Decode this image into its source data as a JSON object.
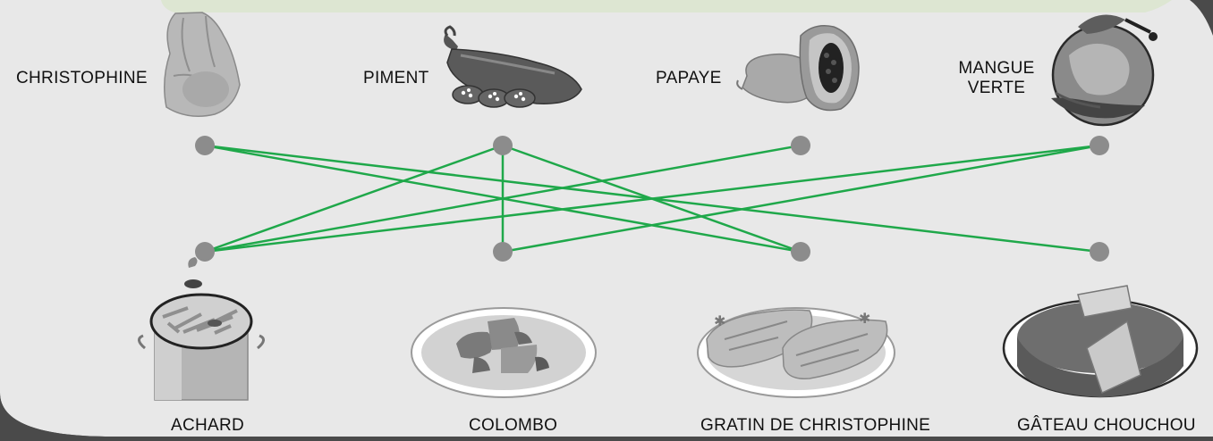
{
  "ingredients": [
    {
      "id": "christophine",
      "label": "CHRISTOPHINE"
    },
    {
      "id": "piment",
      "label": "PIMENT"
    },
    {
      "id": "papaye",
      "label": "PAPAYE"
    },
    {
      "id": "mangue",
      "label_line1": "MANGUE",
      "label_line2": "VERTE"
    }
  ],
  "dishes": [
    {
      "id": "achard",
      "label": "ACHARD"
    },
    {
      "id": "colombo",
      "label": "COLOMBO"
    },
    {
      "id": "gratin",
      "label": "GRATIN DE CHRISTOPHINE"
    },
    {
      "id": "gateau",
      "label": "GÂTEAU CHOUCHOU"
    }
  ],
  "connections": [
    [
      "christophine",
      "gratin"
    ],
    [
      "christophine",
      "gateau"
    ],
    [
      "piment",
      "achard"
    ],
    [
      "piment",
      "colombo"
    ],
    [
      "piment",
      "gratin"
    ],
    [
      "papaye",
      "achard"
    ],
    [
      "mangue",
      "achard"
    ],
    [
      "mangue",
      "colombo"
    ]
  ],
  "colors": {
    "background_panel": "#e8e8e8",
    "outer": "#4a4a4a",
    "top_band": "#dde6d2",
    "connector_line": "#1fa84a",
    "node_dot": "#8c8c8c"
  }
}
